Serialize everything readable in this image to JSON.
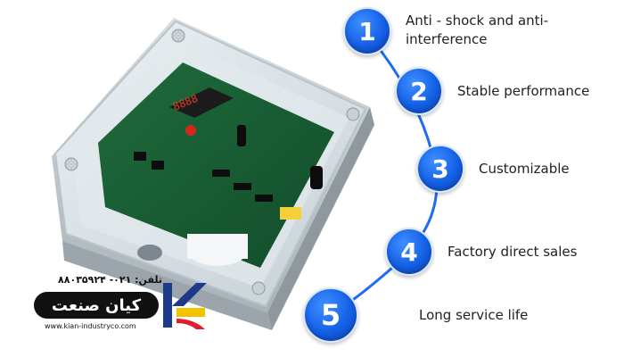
{
  "features": [
    {
      "number": "1",
      "label": "Anti - shock and anti-\ninterference"
    },
    {
      "number": "2",
      "label": "Stable performance"
    },
    {
      "number": "3",
      "label": "Customizable"
    },
    {
      "number": "4",
      "label": "Factory direct sales"
    },
    {
      "number": "5",
      "label": "Long service life"
    }
  ],
  "brand": {
    "phone": "تلفن: ۰۲۱- ۸۸۰۳۵۹۲۴",
    "name": "کیان صنعت",
    "url": "www.kian-industryco.com",
    "logo_letters": "K",
    "logo_colors": [
      "#1d3a8a",
      "#f2c400",
      "#e01e2b"
    ]
  },
  "colors": {
    "badge": "#1460e6",
    "arc": "#1f6cf0"
  }
}
